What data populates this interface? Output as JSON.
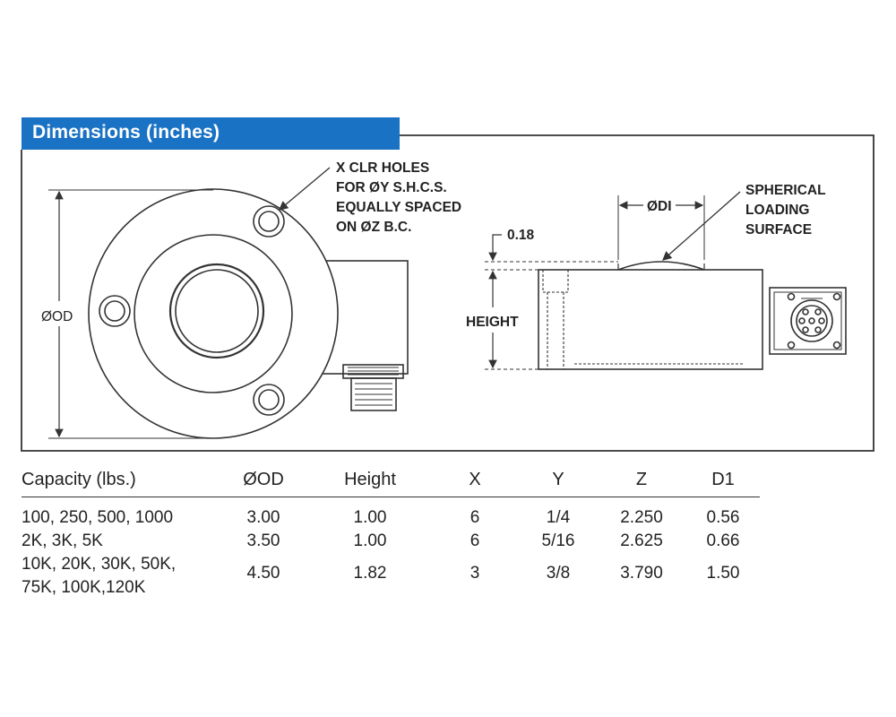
{
  "header": {
    "title": "Dimensions (inches)"
  },
  "drawing": {
    "note_lines": [
      "X CLR HOLES",
      "FOR ØY S.H.C.S.",
      "EQUALLY SPACED",
      "ON ØZ B.C."
    ],
    "od_label": "ØOD",
    "di_label": "ØDI",
    "dim_018": "0.18",
    "height_label": "HEIGHT",
    "spherical_lines": [
      "SPHERICAL",
      "LOADING",
      "SURFACE"
    ]
  },
  "table": {
    "headers": [
      "Capacity (lbs.)",
      "ØOD",
      "Height",
      "X",
      "Y",
      "Z",
      "D1"
    ],
    "rows": [
      {
        "capacity": "100, 250, 500, 1000",
        "od": "3.00",
        "height": "1.00",
        "x": "6",
        "y": "1/4",
        "z": "2.250",
        "d1": "0.56"
      },
      {
        "capacity": "2K, 3K, 5K",
        "od": "3.50",
        "height": "1.00",
        "x": "6",
        "y": "5/16",
        "z": "2.625",
        "d1": "0.66"
      },
      {
        "capacity_lines": [
          "10K, 20K, 30K, 50K,",
          "75K, 100K,120K"
        ],
        "od": "4.50",
        "height": "1.82",
        "x": "3",
        "y": "3/8",
        "z": "3.790",
        "d1": "1.50"
      }
    ]
  },
  "colors": {
    "header_bar": "#1a72c4",
    "line": "#333333"
  }
}
